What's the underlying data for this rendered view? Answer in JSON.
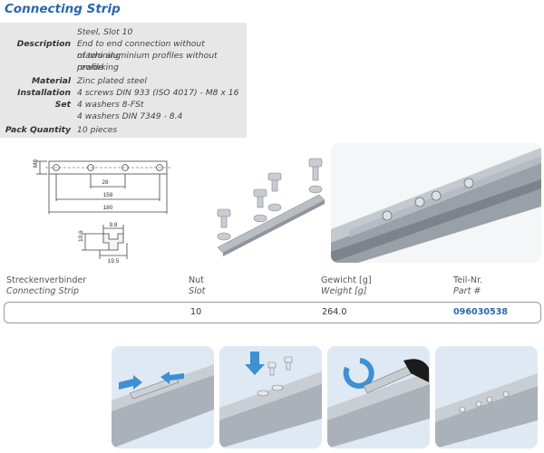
{
  "title": "Connecting Strip",
  "specs": [
    {
      "key": "",
      "lines": [
        "Steel, Slot 10"
      ]
    },
    {
      "key": "Description",
      "lines": [
        "End to end connection without machining",
        "of two aluminium profiles without profile",
        "reworking"
      ]
    },
    {
      "key": "Material",
      "lines": [
        "Zinc plated steel"
      ]
    },
    {
      "key": "Installation Set",
      "lines": [
        "4 screws DIN 933 (ISO 4017) - M8 x 16",
        "4 washers 8-FSt",
        "4 washers DIN 7349 - 8.4"
      ]
    },
    {
      "key": "Pack Quantity",
      "lines": [
        "10 pieces"
      ]
    }
  ],
  "drawing": {
    "side_label": "M8",
    "dim_28": "28",
    "dim_158": "158",
    "dim_180": "180",
    "dim_9_8": "9.8",
    "dim_10_6": "10.6",
    "dim_19_5": "19.5"
  },
  "table": {
    "headers": [
      {
        "de": "Streckenverbinder",
        "en": "Connecting Strip"
      },
      {
        "de": "Nut",
        "en": "Slot"
      },
      {
        "de": "Gewicht [g]",
        "en": "Weight [g]"
      },
      {
        "de": "Teil-Nr.",
        "en": "Part #"
      }
    ],
    "row": {
      "name": "",
      "slot": "10",
      "weight": "264.0",
      "part_no": "096030538"
    }
  },
  "colors": {
    "accent": "#2a67b0",
    "spec_bg": "#e7e7e7",
    "step_bg": "#dfe9f4"
  }
}
